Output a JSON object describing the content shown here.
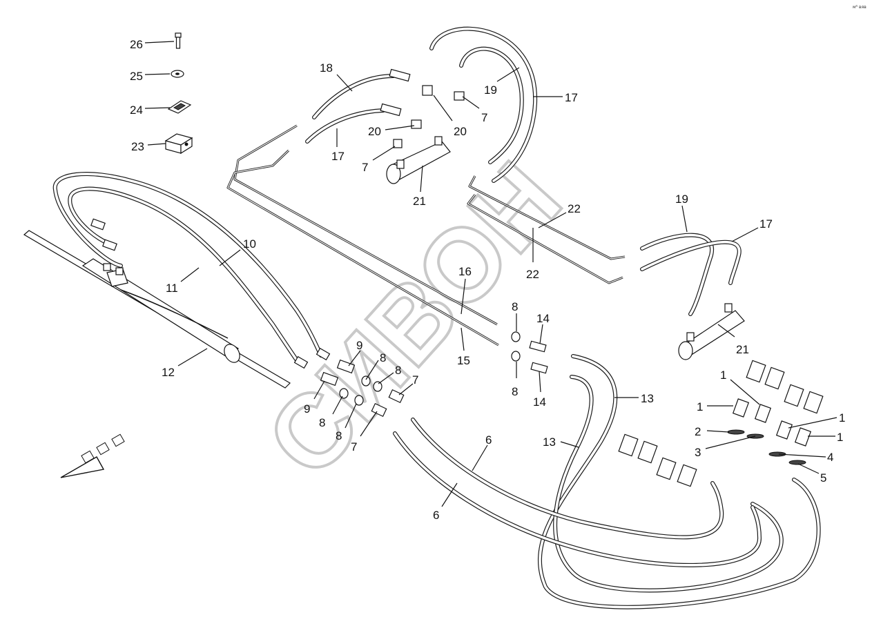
{
  "corner_code": "ᴍᴿ вяв",
  "watermark": "СИВОН",
  "labels": [
    "26",
    "25",
    "24",
    "23",
    "18",
    "17",
    "20",
    "20",
    "7",
    "7",
    "19",
    "17",
    "21",
    "10",
    "11",
    "12",
    "16",
    "15",
    "22",
    "22",
    "19",
    "17",
    "21",
    "9",
    "9",
    "8",
    "8",
    "8",
    "8",
    "7",
    "7",
    "8",
    "8",
    "14",
    "14",
    "13",
    "13",
    "6",
    "6",
    "1",
    "1",
    "1",
    "1",
    "2",
    "3",
    "4",
    "5"
  ]
}
